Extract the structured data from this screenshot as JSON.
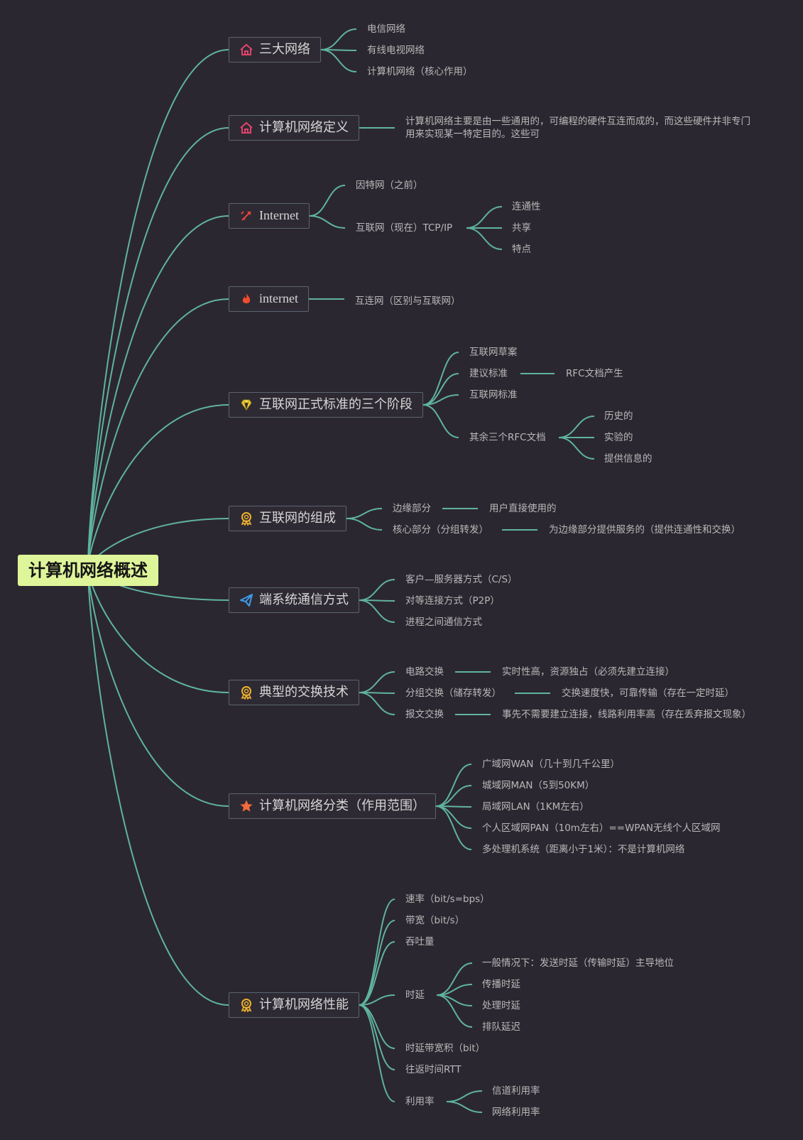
{
  "root": "计算机网络概述",
  "branches": [
    {
      "label": "三大网络",
      "icon": "home-icon"
    },
    {
      "label": "计算机网络定义",
      "icon": "home-icon"
    },
    {
      "label": "Internet",
      "icon": "tools-icon"
    },
    {
      "label": "internet",
      "icon": "fire-icon"
    },
    {
      "label": "互联网正式标准的三个阶段",
      "icon": "diamond-icon"
    },
    {
      "label": "互联网的组成",
      "icon": "award-icon"
    },
    {
      "label": "端系统通信方式",
      "icon": "paper-plane-icon"
    },
    {
      "label": "典型的交换技术",
      "icon": "award-icon"
    },
    {
      "label": "计算机网络分类（作用范围）",
      "icon": "star-icon"
    },
    {
      "label": "计算机网络性能",
      "icon": "award-icon"
    }
  ],
  "leaves": {
    "b1_1": "电信网络",
    "b1_2": "有线电视网络",
    "b1_3": "计算机网络（核心作用）",
    "b2_1": "计算机网络主要是由一些通用的，可编程的硬件互连而成的，而这些硬件并非专门用来实现某一特定目的。这些可",
    "b3_1": "因特网（之前）",
    "b3_2": "互联网（现在）TCP/IP",
    "b3_2_1": "连通性",
    "b3_2_2": "共享",
    "b3_2_3": "特点",
    "b4_1": "互连网（区别与互联网）",
    "b5_1": "互联网草案",
    "b5_2": "建议标准",
    "b5_2_1": "RFC文档产生",
    "b5_3": "互联网标准",
    "b5_4": "其余三个RFC文档",
    "b5_4_1": "历史的",
    "b5_4_2": "实验的",
    "b5_4_3": "提供信息的",
    "b6_1": "边缘部分",
    "b6_1_1": "用户直接使用的",
    "b6_2": "核心部分（分组转发）",
    "b6_2_1": "为边缘部分提供服务的（提供连通性和交换）",
    "b7_1": "客户—服务器方式（C/S）",
    "b7_2": "对等连接方式（P2P）",
    "b7_3": "进程之间通信方式",
    "b8_1": "电路交换",
    "b8_1_1": "实时性高，资源独占（必须先建立连接）",
    "b8_2": "分组交换（储存转发）",
    "b8_2_1": "交换速度快，可靠传输（存在一定时延）",
    "b8_3": "报文交换",
    "b8_3_1": "事先不需要建立连接，线路利用率高（存在丢弃报文现象）",
    "b9_1": "广域网WAN（几十到几千公里）",
    "b9_2": "城域网MAN（5到50KM）",
    "b9_3": "局域网LAN（1KM左右）",
    "b9_4": "个人区域网PAN（10m左右）==WPAN无线个人区域网",
    "b9_5": "多处理机系统（距离小于1米）：不是计算机网络",
    "b10_1": "速率（bit/s=bps）",
    "b10_2": "带宽（bit/s）",
    "b10_3": "吞吐量",
    "b10_4": "时延",
    "b10_4_1": "一般情况下：发送时延（传输时延）主导地位",
    "b10_4_2": "传播时延",
    "b10_4_3": "处理时延",
    "b10_4_4": "排队延迟",
    "b10_5": "时延带宽积（bit）",
    "b10_6": "往返时间RTT",
    "b10_7": "利用率",
    "b10_7_1": "信道利用率",
    "b10_7_2": "网络利用率"
  },
  "colors": {
    "connector": "#5fb3a1",
    "root_bg": "#dff59a",
    "background": "#2b2730"
  }
}
